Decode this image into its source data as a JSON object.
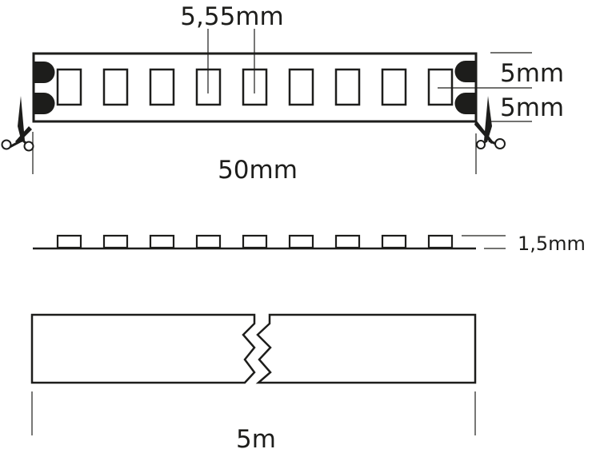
{
  "title": "LED strip dimensions",
  "labels": {
    "led_pitch": "5,55mm",
    "pad_top": "5mm",
    "pad_bottom": "5mm",
    "cut_length": "50mm",
    "height": "1,5mm",
    "total_length": "5m"
  },
  "led_count": 9,
  "colors": {
    "line": "#1d1d1b",
    "background": "#ffffff"
  }
}
